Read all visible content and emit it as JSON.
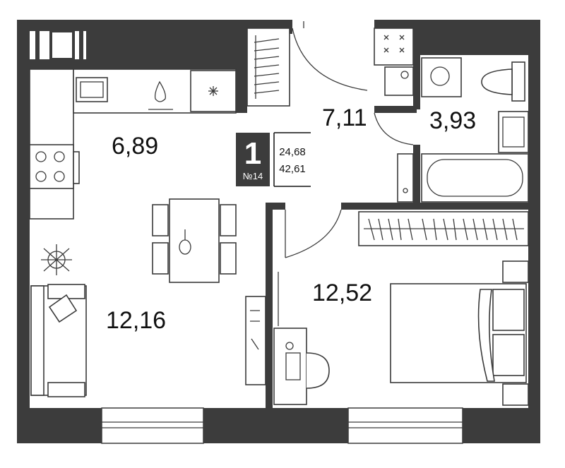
{
  "apartment": {
    "rooms_count": "1",
    "number": "№14",
    "living_area": "24,68",
    "total_area": "42,61"
  },
  "rooms": {
    "kitchen": "6,89",
    "hall": "7,11",
    "bathroom": "3,93",
    "living": "12,16",
    "bedroom": "12,52"
  },
  "colors": {
    "wall": "#3c3c3c",
    "furniture_stroke": "#3a3a3a",
    "badge": "#3c3c3c"
  },
  "icons": [
    "water-drop-icon",
    "snowflake-icon",
    "plant-icon"
  ]
}
